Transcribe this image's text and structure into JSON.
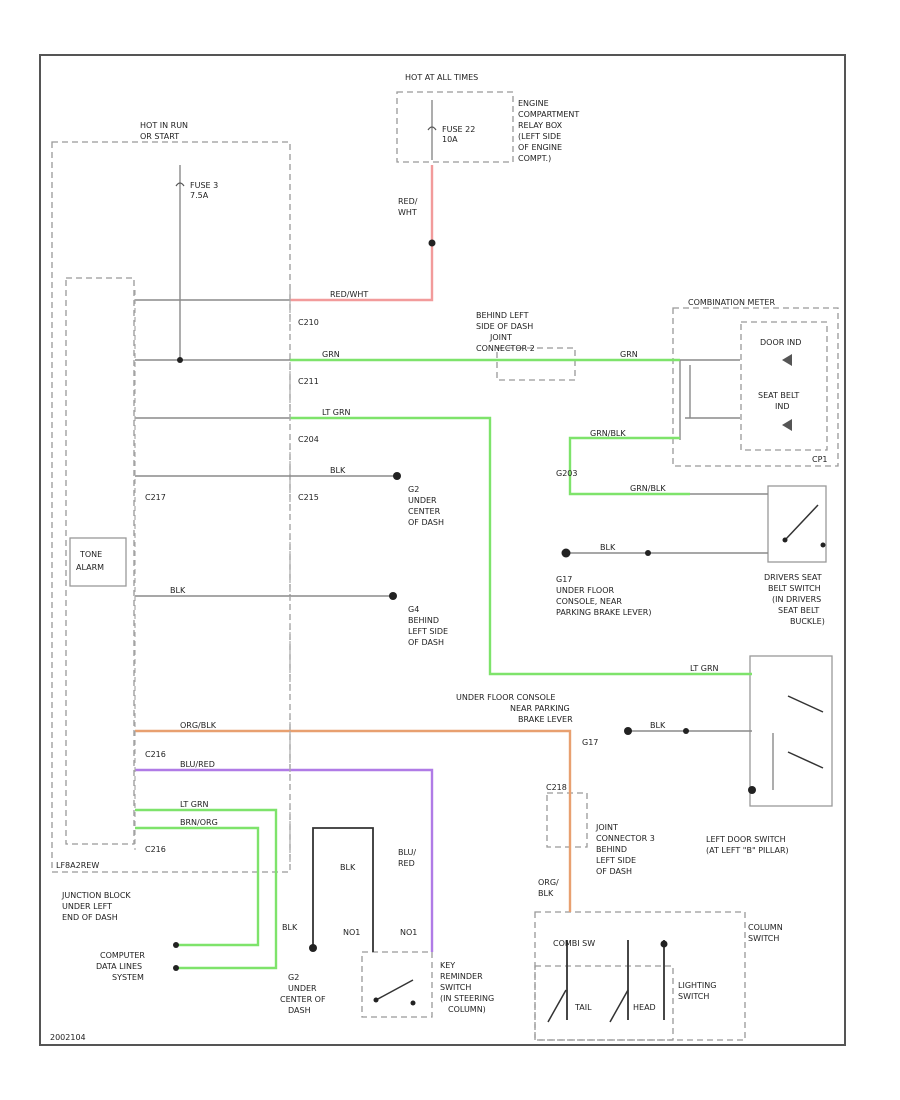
{
  "labels": {
    "hot_at_all_times": "HOT AT ALL TIMES",
    "fuse22": "FUSE 22",
    "fuse22_amp": "10A",
    "engine_box_1": "ENGINE",
    "engine_box_2": "COMPARTMENT",
    "engine_box_3": "RELAY BOX",
    "engine_box_4": "(LEFT SIDE",
    "engine_box_5": "OF ENGINE",
    "engine_box_6": "COMPT.)",
    "hot_in_run_1": "HOT IN RUN",
    "hot_in_run_2": "OR START",
    "fuse3": "FUSE 3",
    "fuse3_amp": "7.5A",
    "red_wht_vert_1": "RED/",
    "red_wht_vert_2": "WHT",
    "wire_red_wht": "RED/WHT",
    "wire_grn": "GRN",
    "wire_lt_grn": "LT GRN",
    "wire_blk": "BLK",
    "wire_org_blk": "ORG/BLK",
    "wire_blu_red": "BLU/RED",
    "wire_brn_org": "BRN/ORG",
    "c210": "C210",
    "c211": "C211",
    "c204": "C204",
    "c215": "C215",
    "c217": "C217",
    "c216a": "C216",
    "c216b": "C216",
    "c218": "C218",
    "joint2_1": "BEHIND LEFT",
    "joint2_2": "SIDE OF DASH",
    "joint2_3": "JOINT",
    "joint2_4": "CONNECTOR 2",
    "combination_meter": "COMBINATION METER",
    "door_ind": "DOOR IND",
    "seat_belt_ind_1": "SEAT BELT",
    "seat_belt_ind_2": "IND",
    "cp_label": "CP1",
    "g203": "G203",
    "wire_grn_blk": "GRN/BLK",
    "g2_label": "G2",
    "g2_1": "UNDER",
    "g2_2": "CENTER",
    "g2_3": "OF DASH",
    "g4_label": "G4",
    "g4_1": "BEHIND",
    "g4_2": "LEFT SIDE",
    "g4_3": "OF DASH",
    "tone_alarm_1": "TONE",
    "tone_alarm_2": "ALARM",
    "g17_1": "G17",
    "g17_2": "UNDER FLOOR",
    "g17_3": "CONSOLE, NEAR",
    "g17_4": "PARKING BRAKE LEVER)",
    "drivers_seat_1": "DRIVERS SEAT",
    "drivers_seat_2": "BELT SWITCH",
    "drivers_seat_3": "(IN DRIVERS",
    "drivers_seat_4": "SEAT BELT",
    "drivers_seat_5": "BUCKLE)",
    "under_floor_1": "UNDER FLOOR CONSOLE",
    "under_floor_2": "NEAR PARKING",
    "under_floor_3": "BRAKE LEVER",
    "g17b": "G17",
    "left_door_1": "LEFT DOOR SWITCH",
    "left_door_2": "(AT LEFT \"B\" PILLAR)",
    "joint3_1": "JOINT",
    "joint3_2": "CONNECTOR 3",
    "joint3_3": "BEHIND",
    "joint3_4": "LEFT SIDE",
    "joint3_5": "OF DASH",
    "org_blk_vert_1": "ORG/",
    "org_blk_vert_2": "BLK",
    "blu_red_vert_1": "BLU/",
    "blu_red_vert_2": "RED",
    "blk_vert": "BLK",
    "blk_small": "BLK",
    "nc_1": "NO1",
    "nc_2": "NO1",
    "key_rem_1": "KEY",
    "key_rem_2": "REMINDER",
    "key_rem_3": "SWITCH",
    "key_rem_4": "(IN STEERING",
    "key_rem_5": "COLUMN)",
    "g2b_label": "G2",
    "g2b_1": "UNDER",
    "g2b_2": "CENTER OF",
    "g2b_3": "DASH",
    "junction_1": "JUNCTION BLOCK",
    "junction_2": "UNDER LEFT",
    "junction_3": "END OF DASH",
    "junction_tag": "LF8A2REW",
    "computer_1": "COMPUTER",
    "computer_2": "DATA LINES",
    "computer_3": "SYSTEM",
    "column_switch_1": "COLUMN",
    "column_switch_2": "SWITCH",
    "combi_sw": "COMBI SW",
    "lighting_1": "LIGHTING",
    "lighting_2": "SWITCH",
    "tail": "TAIL",
    "head": "HEAD",
    "footer_tag": "2002104"
  },
  "colors": {
    "red": "#f29b9b",
    "green": "#7ee36b",
    "orange": "#e8a070",
    "purple": "#b07be6",
    "gray": "#8a8a8a",
    "black": "#333333"
  }
}
